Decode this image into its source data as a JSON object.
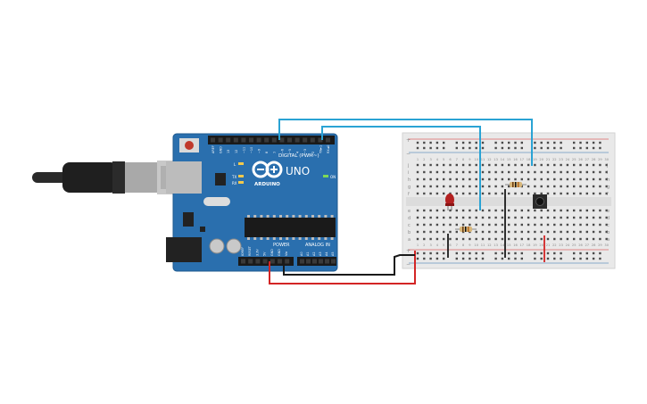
{
  "board": {
    "logo": "UNO",
    "brand": "ARDUINO",
    "digital_label": "DIGITAL (PWM~)",
    "power_label": "POWER",
    "analog_label": "ANALOG IN",
    "led_labels": [
      "L",
      "TX",
      "RX"
    ],
    "on_label": "ON",
    "digital_pins": [
      "AREF",
      "GND",
      "13",
      "12",
      "~11",
      "~10",
      "~9",
      "8",
      "7",
      "~6",
      "~5",
      "4",
      "~3",
      "2",
      "TX►1",
      "RX◄0"
    ],
    "power_pins": [
      "IOREF",
      "RESET",
      "3.3V",
      "5V",
      "GND",
      "GND",
      "Vin"
    ],
    "analog_pins": [
      "A0",
      "A1",
      "A2",
      "A3",
      "A4",
      "A5"
    ]
  },
  "breadboard": {
    "rail_plus": "+",
    "rail_minus": "−",
    "row_letters_top": [
      "j",
      "i",
      "h",
      "g",
      "f"
    ],
    "row_letters_bottom": [
      "e",
      "d",
      "c",
      "b",
      "a"
    ],
    "columns": 30
  },
  "colors": {
    "pcb": "#2a6fae",
    "wire_blue": "#2aa3d4",
    "wire_red": "#d32525",
    "wire_black": "#1a1a1a",
    "led": "#b32020",
    "breadboard": "#e9e9e9"
  }
}
